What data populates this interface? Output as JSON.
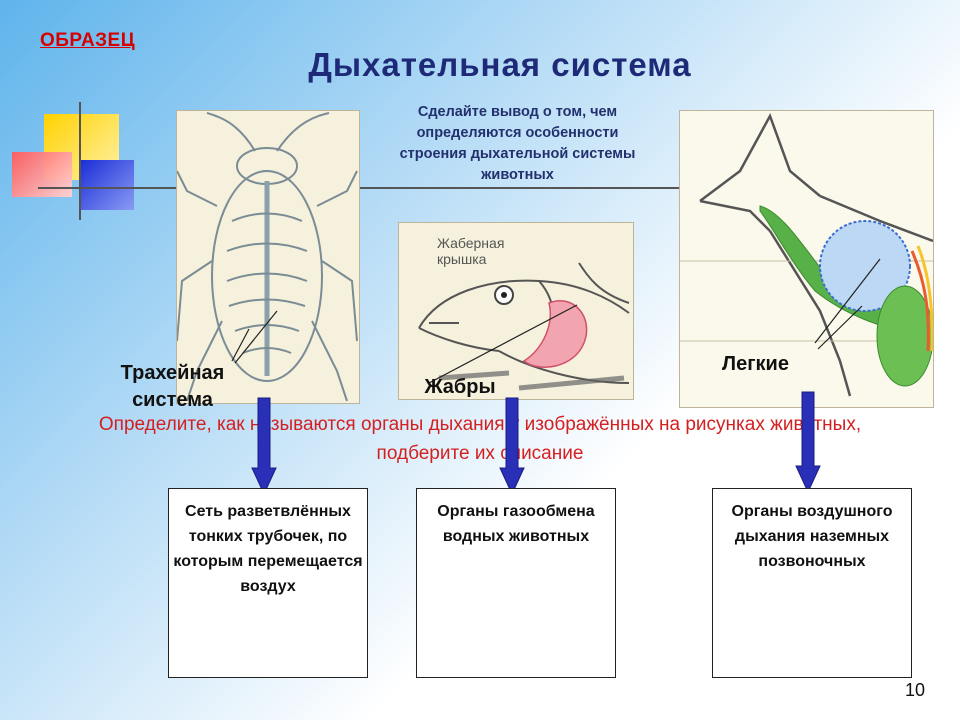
{
  "sample_label": "ОБРАЗЕЦ",
  "title": "Дыхательная система",
  "question": "Сделайте вывод о том, чем определяются особенности строения дыхательной системы животных",
  "illustrations": {
    "fish_gill_cover_label": "Жаберная крышка"
  },
  "labels": {
    "tracheal": "Трахейная система",
    "gills": "Жабры",
    "lungs": "Легкие"
  },
  "task": "Определите, как называются органы дыхания у изображённых на рисунках животных, подберите их описание",
  "descriptions": [
    "Сеть разветвлённых тонких трубочек, по которым перемещается воздух",
    "Органы газообмена водных животных",
    "Органы воздушного дыхания наземных позвоночных"
  ],
  "page_number": "10",
  "colors": {
    "title": "#1e2a78",
    "sample": "#d60000",
    "task": "#d42020",
    "arrow": "#2a2fb8"
  }
}
